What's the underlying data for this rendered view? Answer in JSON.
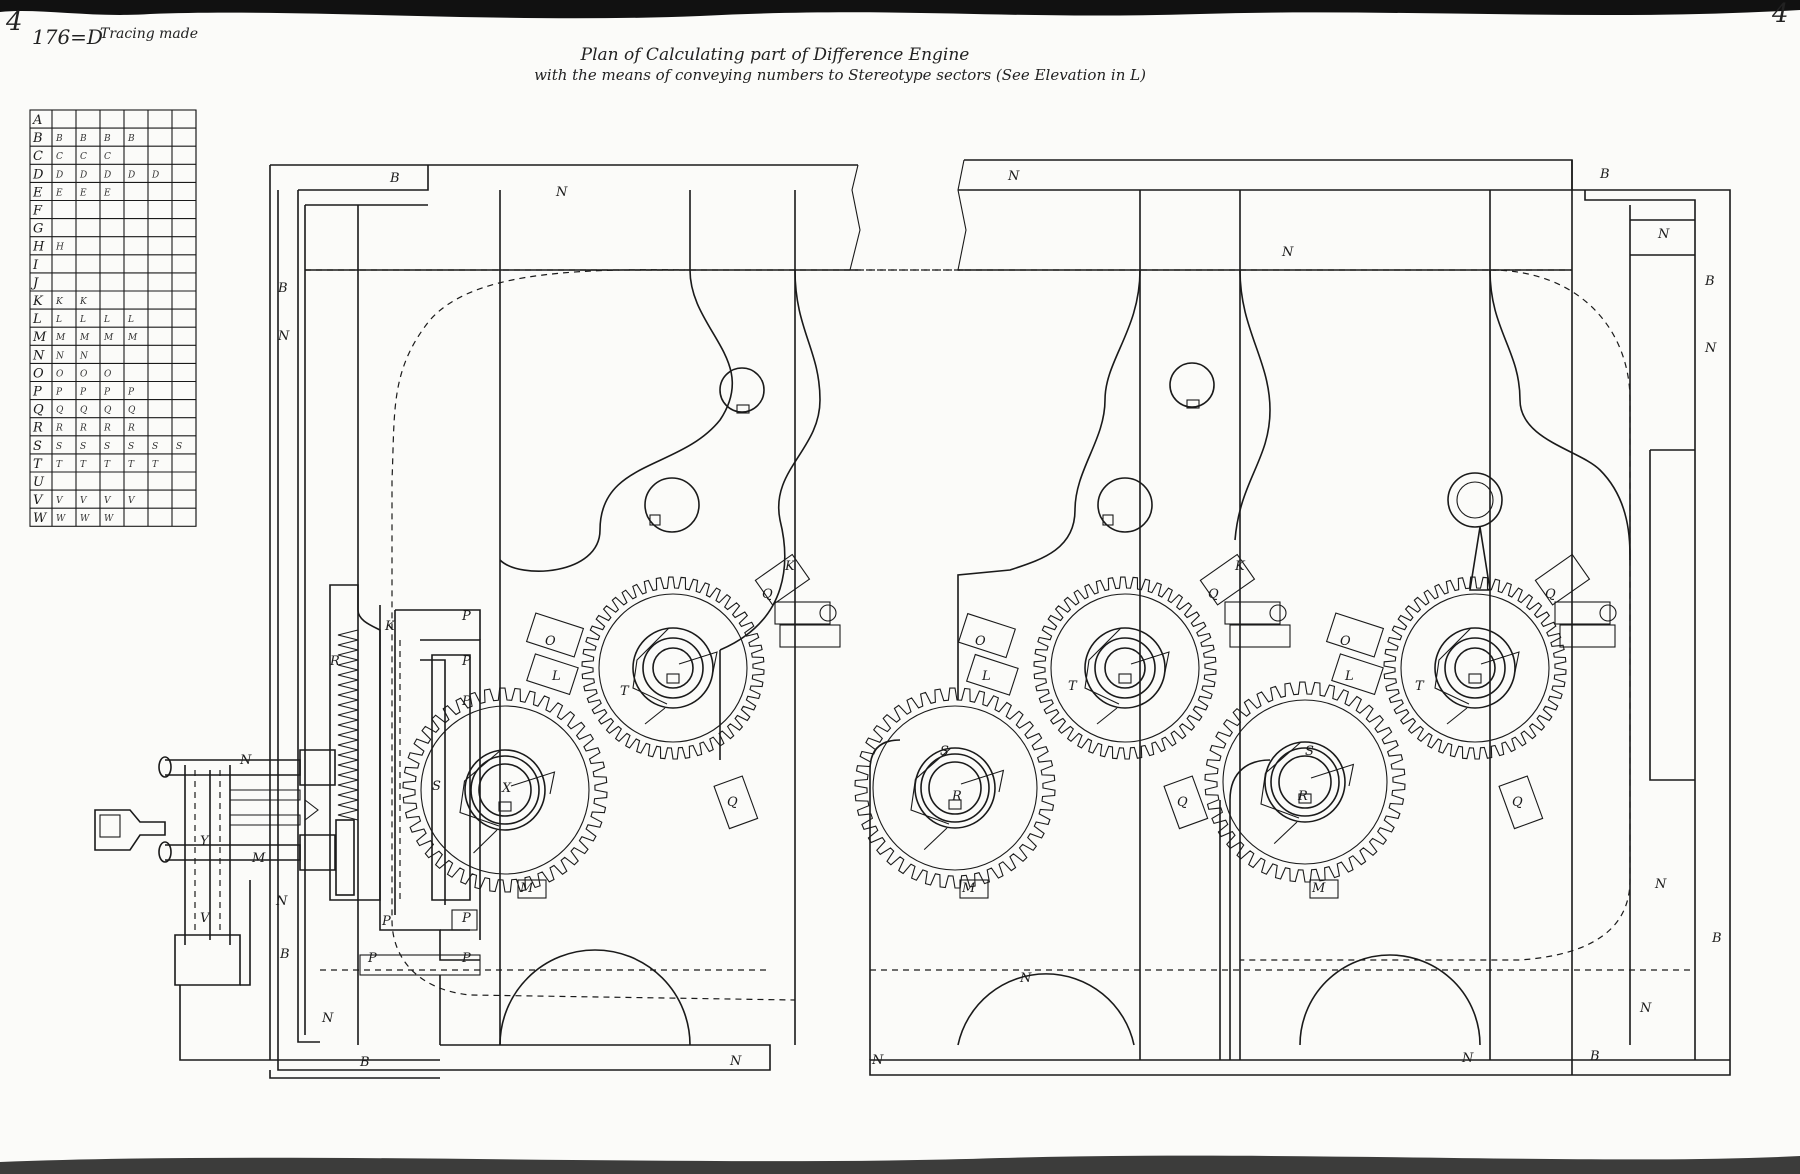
{
  "sheet": {
    "number_left": "4",
    "number_right": "4",
    "catalogue": "176=D",
    "note": "Tracing made",
    "title_line1": "Plan of Calculating part of Difference Engine",
    "title_line2": "with the means of conveying numbers to Stereotype sectors (See Elevation in L)"
  },
  "table": {
    "rows": [
      {
        "letter": "A",
        "cells": [
          "",
          "",
          "",
          "",
          "",
          ""
        ]
      },
      {
        "letter": "B",
        "cells": [
          "B",
          "B",
          "B",
          "B",
          "",
          ""
        ]
      },
      {
        "letter": "C",
        "cells": [
          "C",
          "C",
          "C",
          "",
          "",
          ""
        ]
      },
      {
        "letter": "D",
        "cells": [
          "D",
          "D",
          "D",
          "D",
          "D",
          ""
        ]
      },
      {
        "letter": "E",
        "cells": [
          "E",
          "E",
          "E",
          "",
          "",
          ""
        ]
      },
      {
        "letter": "F",
        "cells": [
          "",
          "",
          "",
          "",
          "",
          ""
        ]
      },
      {
        "letter": "G",
        "cells": [
          "",
          "",
          "",
          "",
          "",
          ""
        ]
      },
      {
        "letter": "H",
        "cells": [
          "H",
          "",
          "",
          "",
          "",
          ""
        ]
      },
      {
        "letter": "I",
        "cells": [
          "",
          "",
          "",
          "",
          "",
          ""
        ]
      },
      {
        "letter": "J",
        "cells": [
          "",
          "",
          "",
          "",
          "",
          ""
        ]
      },
      {
        "letter": "K",
        "cells": [
          "K",
          "K",
          "",
          "",
          "",
          ""
        ]
      },
      {
        "letter": "L",
        "cells": [
          "L",
          "L",
          "L",
          "L",
          "",
          ""
        ]
      },
      {
        "letter": "M",
        "cells": [
          "M",
          "M",
          "M",
          "M",
          "",
          ""
        ]
      },
      {
        "letter": "N",
        "cells": [
          "N",
          "N",
          "",
          "",
          "",
          ""
        ]
      },
      {
        "letter": "O",
        "cells": [
          "O",
          "O",
          "O",
          "",
          "",
          ""
        ]
      },
      {
        "letter": "P",
        "cells": [
          "P",
          "P",
          "P",
          "P",
          "",
          ""
        ]
      },
      {
        "letter": "Q",
        "cells": [
          "Q",
          "Q",
          "Q",
          "Q",
          "",
          ""
        ]
      },
      {
        "letter": "R",
        "cells": [
          "R",
          "R",
          "R",
          "R",
          "",
          ""
        ]
      },
      {
        "letter": "S",
        "cells": [
          "S",
          "S",
          "S",
          "S",
          "S",
          "S"
        ]
      },
      {
        "letter": "T",
        "cells": [
          "T",
          "T",
          "T",
          "T",
          "T",
          ""
        ]
      },
      {
        "letter": "U",
        "cells": [
          "",
          "",
          "",
          "",
          "",
          ""
        ]
      },
      {
        "letter": "V",
        "cells": [
          "V",
          "V",
          "V",
          "V",
          "",
          ""
        ]
      },
      {
        "letter": "W",
        "cells": [
          "W",
          "W",
          "W",
          "",
          "",
          ""
        ]
      }
    ]
  },
  "labels": {
    "B": "B",
    "N": "N",
    "N1": "N",
    "P": "P",
    "O": "O",
    "L": "L",
    "M": "M",
    "Q": "Q",
    "K": "K",
    "R": "R",
    "S": "S",
    "T": "T",
    "V": "V",
    "X": "X",
    "Y": "Y"
  }
}
